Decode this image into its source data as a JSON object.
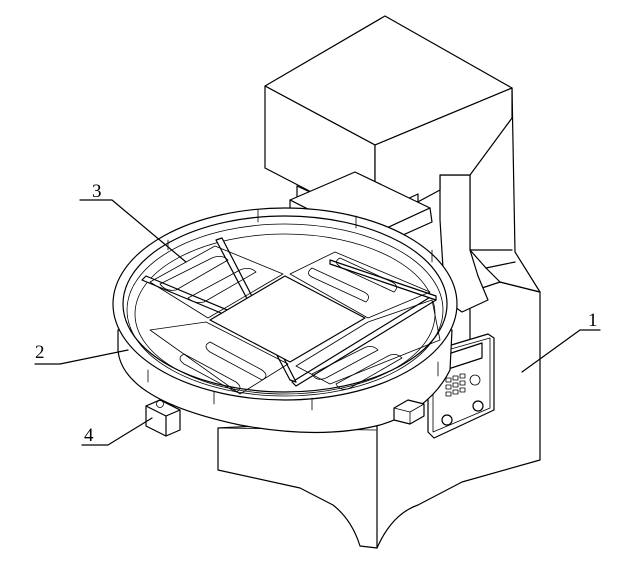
{
  "figure": {
    "labels": {
      "machine_frame": "1",
      "rotary_table": "2",
      "mold_fixture": "3",
      "side_block": "4"
    }
  }
}
